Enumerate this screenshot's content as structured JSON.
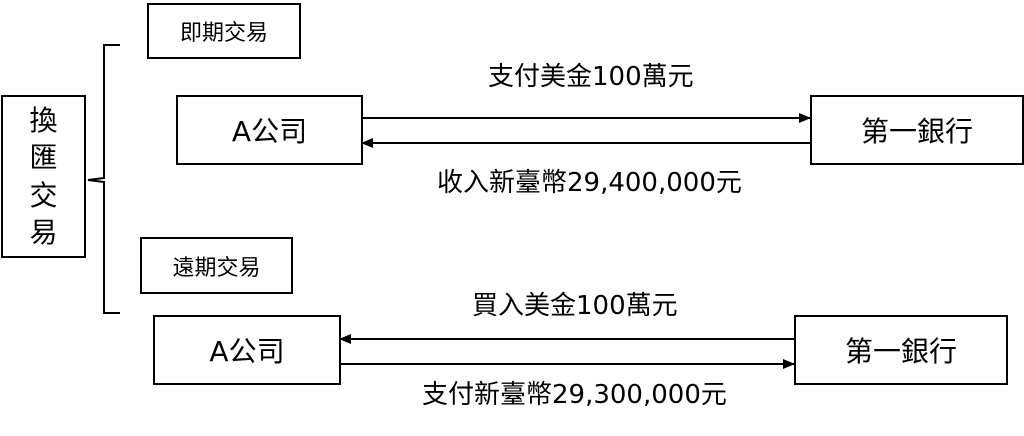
{
  "root": {
    "label": "換匯交易"
  },
  "spot": {
    "category": "即期交易",
    "left_party": "A公司",
    "right_party": "第一銀行",
    "top_flow": "支付美金100萬元",
    "bottom_flow": "收入新臺幣29,400,000元"
  },
  "forward": {
    "category": "遠期交易",
    "left_party": "A公司",
    "right_party": "第一銀行",
    "top_flow": "買入美金100萬元",
    "bottom_flow": "支付新臺幣29,300,000元"
  }
}
